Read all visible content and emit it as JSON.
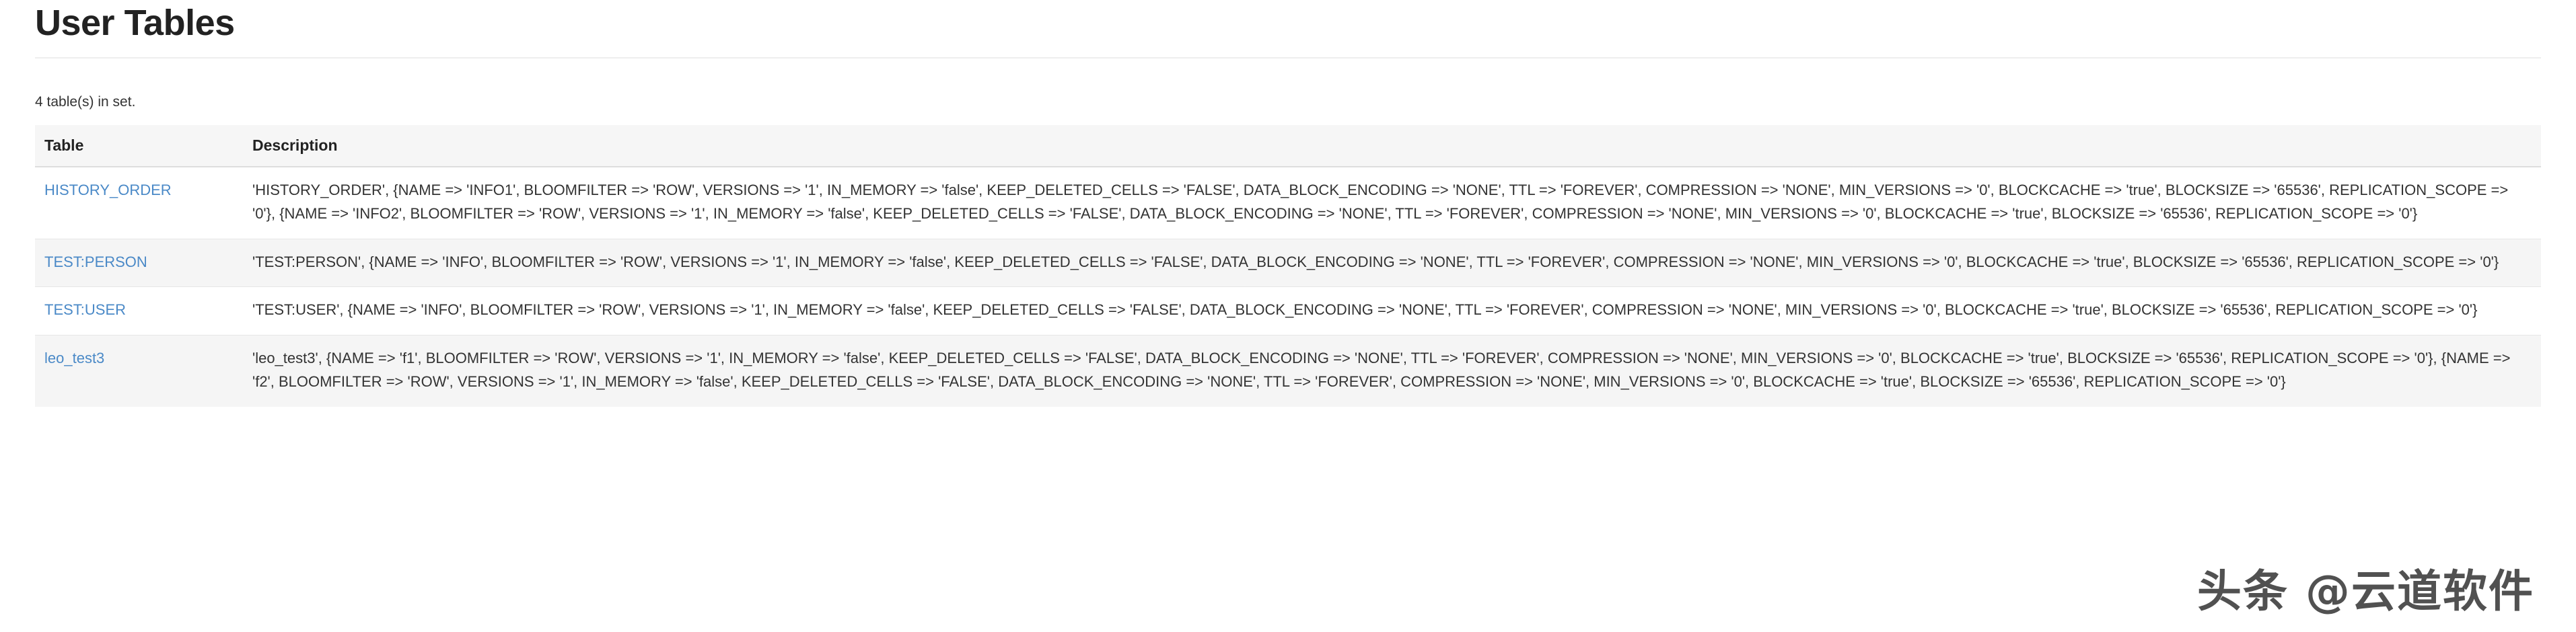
{
  "header": {
    "title": "User Tables"
  },
  "summary": {
    "count_text": "4 table(s) in set."
  },
  "table": {
    "columns": {
      "name": "Table",
      "description": "Description"
    },
    "rows": [
      {
        "name": "HISTORY_ORDER",
        "description": "'HISTORY_ORDER', {NAME => 'INFO1', BLOOMFILTER => 'ROW', VERSIONS => '1', IN_MEMORY => 'false', KEEP_DELETED_CELLS => 'FALSE', DATA_BLOCK_ENCODING => 'NONE', TTL => 'FOREVER', COMPRESSION => 'NONE', MIN_VERSIONS => '0', BLOCKCACHE => 'true', BLOCKSIZE => '65536', REPLICATION_SCOPE => '0'}, {NAME => 'INFO2', BLOOMFILTER => 'ROW', VERSIONS => '1', IN_MEMORY => 'false', KEEP_DELETED_CELLS => 'FALSE', DATA_BLOCK_ENCODING => 'NONE', TTL => 'FOREVER', COMPRESSION => 'NONE', MIN_VERSIONS => '0', BLOCKCACHE => 'true', BLOCKSIZE => '65536', REPLICATION_SCOPE => '0'}"
      },
      {
        "name": "TEST:PERSON",
        "description": "'TEST:PERSON', {NAME => 'INFO', BLOOMFILTER => 'ROW', VERSIONS => '1', IN_MEMORY => 'false', KEEP_DELETED_CELLS => 'FALSE', DATA_BLOCK_ENCODING => 'NONE', TTL => 'FOREVER', COMPRESSION => 'NONE', MIN_VERSIONS => '0', BLOCKCACHE => 'true', BLOCKSIZE => '65536', REPLICATION_SCOPE => '0'}"
      },
      {
        "name": "TEST:USER",
        "description": "'TEST:USER', {NAME => 'INFO', BLOOMFILTER => 'ROW', VERSIONS => '1', IN_MEMORY => 'false', KEEP_DELETED_CELLS => 'FALSE', DATA_BLOCK_ENCODING => 'NONE', TTL => 'FOREVER', COMPRESSION => 'NONE', MIN_VERSIONS => '0', BLOCKCACHE => 'true', BLOCKSIZE => '65536', REPLICATION_SCOPE => '0'}"
      },
      {
        "name": "leo_test3",
        "description": "'leo_test3', {NAME => 'f1', BLOOMFILTER => 'ROW', VERSIONS => '1', IN_MEMORY => 'false', KEEP_DELETED_CELLS => 'FALSE', DATA_BLOCK_ENCODING => 'NONE', TTL => 'FOREVER', COMPRESSION => 'NONE', MIN_VERSIONS => '0', BLOCKCACHE => 'true', BLOCKSIZE => '65536', REPLICATION_SCOPE => '0'}, {NAME => 'f2', BLOOMFILTER => 'ROW', VERSIONS => '1', IN_MEMORY => 'false', KEEP_DELETED_CELLS => 'FALSE', DATA_BLOCK_ENCODING => 'NONE', TTL => 'FOREVER', COMPRESSION => 'NONE', MIN_VERSIONS => '0', BLOCKCACHE => 'true', BLOCKSIZE => '65536', REPLICATION_SCOPE => '0'}"
      }
    ]
  },
  "watermark": {
    "text": "头条 @云道软件"
  },
  "colors": {
    "link": "#4a89c7",
    "header_bg": "#f6f6f6",
    "stripe_bg": "#f5f5f5",
    "text": "#333333"
  }
}
